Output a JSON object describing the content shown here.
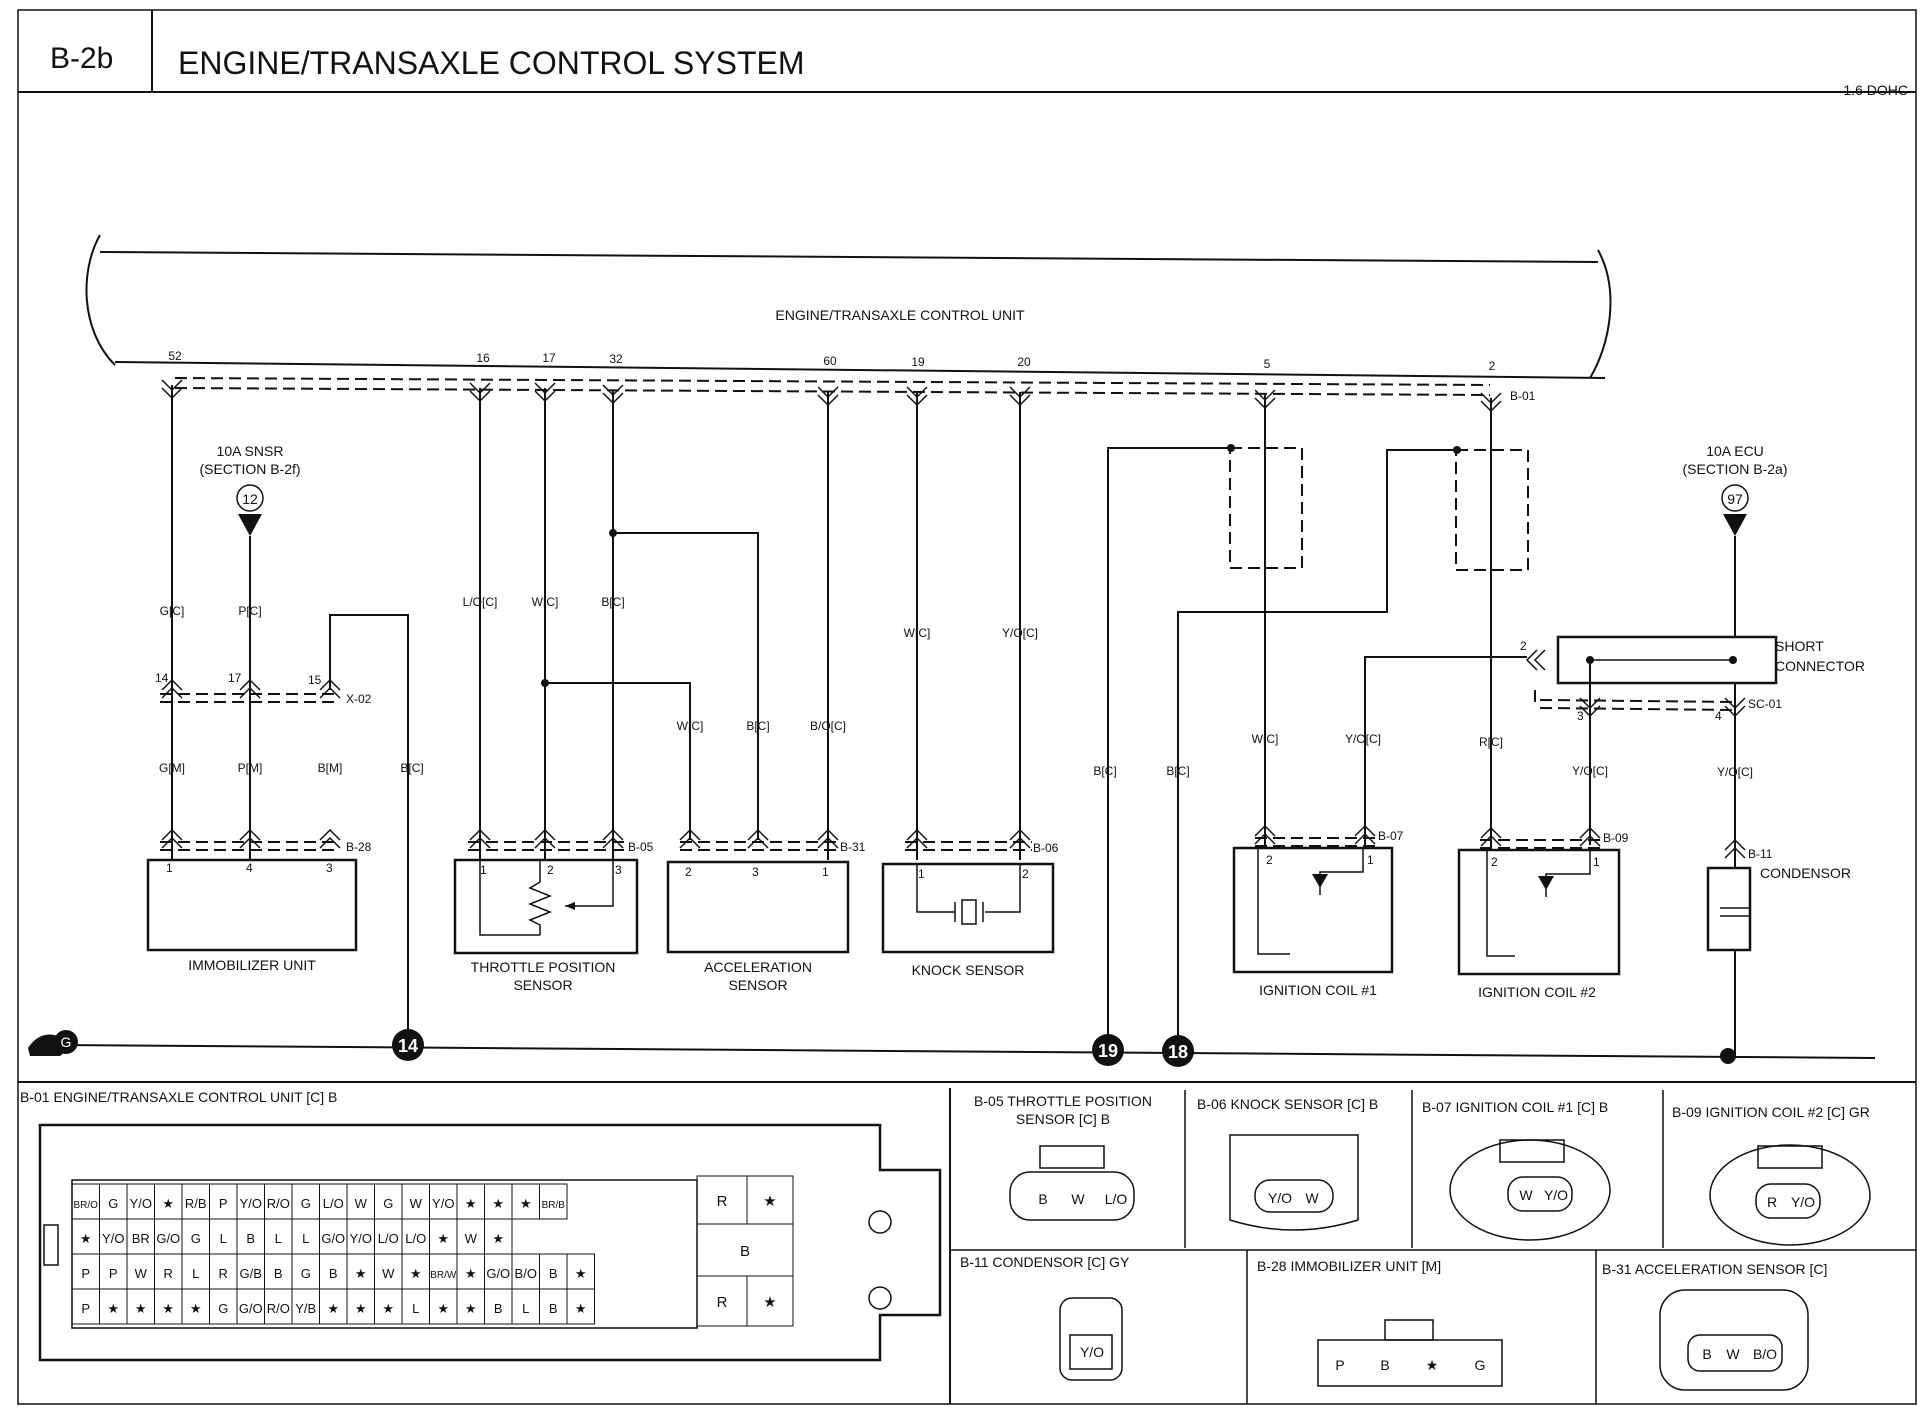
{
  "header": {
    "code": "B-2b",
    "title": "ENGINE/TRANSAXLE CONTROL SYSTEM",
    "variant": "1.6 DOHC"
  },
  "ecu": {
    "title": "ENGINE/TRANSAXLE CONTROL UNIT",
    "connector": "B-01",
    "pins": [
      {
        "pin": "52"
      },
      {
        "pin": "16"
      },
      {
        "pin": "17"
      },
      {
        "pin": "32"
      },
      {
        "pin": "60"
      },
      {
        "pin": "19"
      },
      {
        "pin": "20"
      },
      {
        "pin": "5"
      },
      {
        "pin": "2"
      }
    ]
  },
  "fuses": [
    {
      "name": "10A SNSR",
      "section": "(SECTION B-2f)",
      "ref": "12"
    },
    {
      "name": "10A ECU",
      "section": "(SECTION B-2a)",
      "ref": "97"
    }
  ],
  "wires": {
    "w52": "G[C]",
    "w17s": "P[C]",
    "w16": "L/O[C]",
    "w17": "W[C]",
    "w32": "B[C]",
    "w19": "W[C]",
    "w20": "Y/O[C]",
    "gm": "G[M]",
    "pm": "P[M]",
    "bm": "B[M]",
    "bc1": "B[C]",
    "acc_w": "W[C]",
    "acc_b": "B[C]",
    "acc_bo": "B/O[C]",
    "gnd19": "B[C]",
    "gnd18": "B[C]",
    "c1_w": "W[C]",
    "c1_yo": "Y/O[C]",
    "c2_r": "R[C]",
    "c2_yo": "Y/O[C]",
    "cond_yo": "Y/O[C]",
    "sc_yo": "Y/O[C]"
  },
  "connectors": {
    "x02": "X-02",
    "b28": "B-28",
    "b05": "B-05",
    "b31": "B-31",
    "b06": "B-06",
    "b07": "B-07",
    "b09": "B-09",
    "b11": "B-11",
    "sc01": "SC-01"
  },
  "pin_nums": {
    "x14": "14",
    "x17": "17",
    "x15": "15",
    "p1": "1",
    "p4": "4",
    "p3": "3",
    "p2": "2",
    "sc2": "2",
    "sc3": "3",
    "sc4": "4"
  },
  "components": {
    "immobilizer": "IMMOBILIZER UNIT",
    "tps1": "THROTTLE POSITION",
    "tps2": "SENSOR",
    "acc1": "ACCELERATION",
    "acc2": "SENSOR",
    "knock": "KNOCK SENSOR",
    "coil1": "IGNITION COIL #1",
    "coil2": "IGNITION COIL #2",
    "condensor": "CONDENSOR",
    "short1": "SHORT",
    "short2": "CONNECTOR"
  },
  "ground": {
    "symbol": "G",
    "points": [
      "14",
      "19",
      "18"
    ]
  },
  "views": {
    "b01": "B-01 ENGINE/TRANSAXLE CONTROL UNIT [C] B",
    "b05a": "B-05 THROTTLE POSITION",
    "b05b": "SENSOR [C] B",
    "b06": "B-06 KNOCK SENSOR [C] B",
    "b07": "B-07 IGNITION COIL #1 [C] B",
    "b09": "B-09 IGNITION COIL #2 [C] GR",
    "b11": "B-11 CONDENSOR [C] GY",
    "b28": "B-28 IMMOBILIZER UNIT [M]",
    "b31": "B-31 ACCELERATION SENSOR [C]"
  },
  "b01_grid": [
    [
      "BR/O",
      "G",
      "Y/O",
      "★",
      "R/B",
      "P",
      "Y/O",
      "R/O",
      "G",
      "L/O",
      "W",
      "G",
      "W",
      "Y/O",
      "★",
      "★",
      "★",
      "BR/B"
    ],
    [
      "★",
      "Y/O",
      "BR",
      "G/O",
      "G",
      "L",
      "B",
      "L",
      "L",
      "G/O",
      "Y/O",
      "L/O",
      "L/O",
      "★",
      "W",
      "★"
    ],
    [
      "P",
      "P",
      "W",
      "R",
      "L",
      "R",
      "G/B",
      "B",
      "G",
      "B",
      "★",
      "W",
      "★",
      "BR/W",
      "★",
      "G/O",
      "B/O",
      "B",
      "★"
    ],
    [
      "P",
      "★",
      "★",
      "★",
      "★",
      "G",
      "G/O",
      "R/O",
      "Y/B",
      "★",
      "★",
      "★",
      "L",
      "★",
      "★",
      "B",
      "L",
      "B",
      "★"
    ]
  ],
  "b01_side": [
    "R",
    "★",
    "B",
    "R",
    "★"
  ],
  "pin_views": {
    "b05": [
      "B",
      "W",
      "L/O"
    ],
    "b06": [
      "Y/O",
      "W"
    ],
    "b07": [
      "W",
      "Y/O"
    ],
    "b09": [
      "R",
      "Y/O"
    ],
    "b11": [
      "Y/O"
    ],
    "b28": [
      "P",
      "B",
      "★",
      "G"
    ],
    "b31": [
      "B",
      "W",
      "B/O"
    ]
  }
}
